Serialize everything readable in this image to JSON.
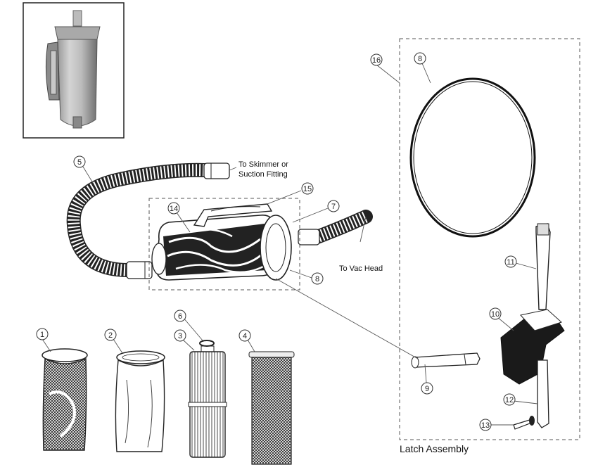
{
  "labels": {
    "to_skimmer_line1": "To Skimmer or",
    "to_skimmer_line2": "Suction Fitting",
    "to_vac_head": "To Vac Head",
    "latch_assembly": "Latch Assembly"
  },
  "callouts": [
    {
      "id": "c1",
      "text": "1"
    },
    {
      "id": "c2",
      "text": "2"
    },
    {
      "id": "c3",
      "text": "3"
    },
    {
      "id": "c4",
      "text": "4"
    },
    {
      "id": "c5",
      "text": "5"
    },
    {
      "id": "c6",
      "text": "6"
    },
    {
      "id": "c7",
      "text": "7"
    },
    {
      "id": "c8a",
      "text": "8"
    },
    {
      "id": "c8b",
      "text": "8"
    },
    {
      "id": "c9",
      "text": "9"
    },
    {
      "id": "c10",
      "text": "10"
    },
    {
      "id": "c11",
      "text": "11"
    },
    {
      "id": "c12",
      "text": "12"
    },
    {
      "id": "c13",
      "text": "13"
    },
    {
      "id": "c14",
      "text": "14"
    },
    {
      "id": "c15",
      "text": "15"
    },
    {
      "id": "c16",
      "text": "16"
    }
  ]
}
